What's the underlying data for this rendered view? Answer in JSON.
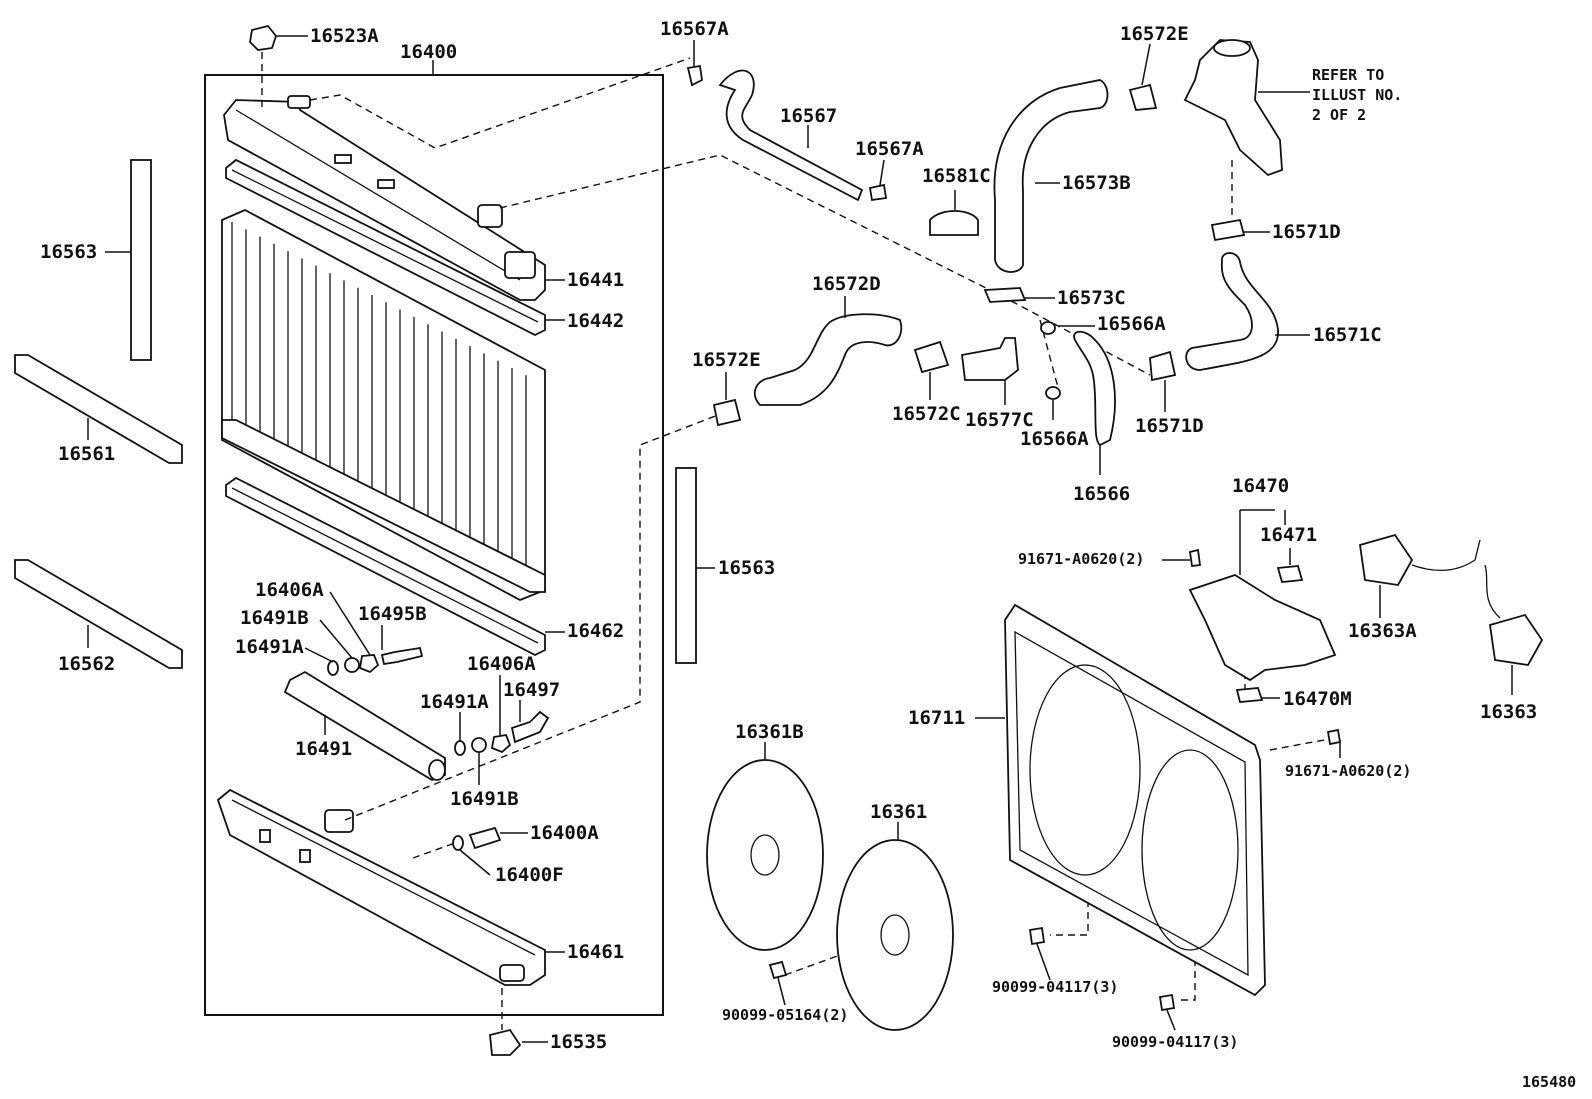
{
  "labels": {
    "l16523A": "16523A",
    "l16400": "16400",
    "l16567A_top": "16567A",
    "l16567": "16567",
    "l16567A_mid": "16567A",
    "l16572E_top": "16572E",
    "l16581C": "16581C",
    "l16573B": "16573B",
    "l16571D_top": "16571D",
    "l16573C": "16573C",
    "l16566A_top": "16566A",
    "l16571C": "16571C",
    "l16572D": "16572D",
    "l16572E_mid": "16572E",
    "l16572C": "16572C",
    "l16577C": "16577C",
    "l16566A_bot": "16566A",
    "l16571D_bot": "16571D",
    "l16566": "16566",
    "l16563_left": "16563",
    "l16441": "16441",
    "l16442": "16442",
    "l16561": "16561",
    "l16562": "16562",
    "l16563_mid": "16563",
    "l16462": "16462",
    "l16406A_a": "16406A",
    "l16491B_a": "16491B",
    "l16495B": "16495B",
    "l16491A_a": "16491A",
    "l16406A_b": "16406A",
    "l16491A_b": "16491A",
    "l16497": "16497",
    "l16491": "16491",
    "l16491B_b": "16491B",
    "l16400A": "16400A",
    "l16400F": "16400F",
    "l16461": "16461",
    "l16535": "16535",
    "l16470": "16470",
    "l16471": "16471",
    "l91671_a": "91671-A0620(2)",
    "l16363A": "16363A",
    "l16470M": "16470M",
    "l16363": "16363",
    "l16711": "16711",
    "l91671_b": "91671-A0620(2)",
    "l16361B": "16361B",
    "l16361": "16361",
    "l90099_05164": "90099-05164(2)",
    "l90099_04117_a": "90099-04117(3)",
    "l90099_04117_b": "90099-04117(3)",
    "refer_line1": "REFER TO",
    "refer_line2": "ILLUST NO.",
    "refer_line3": "2 OF 2",
    "figure_id": "165480"
  }
}
